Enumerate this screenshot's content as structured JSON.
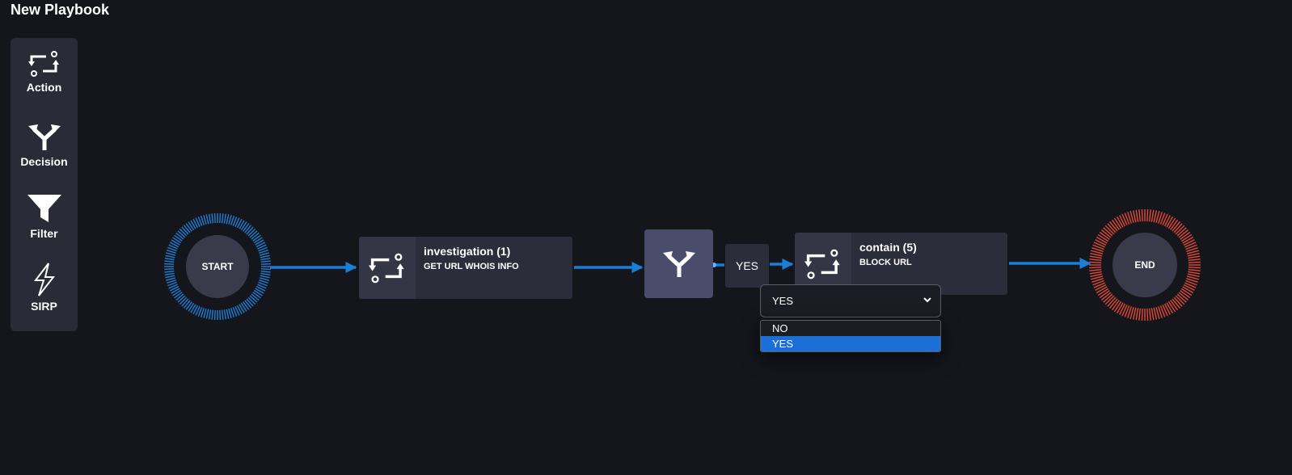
{
  "page": {
    "title": "New Playbook"
  },
  "palette": {
    "items": [
      {
        "label": "Action",
        "icon": "action-icon"
      },
      {
        "label": "Decision",
        "icon": "decision-icon"
      },
      {
        "label": "Filter",
        "icon": "filter-icon"
      },
      {
        "label": "SIRP",
        "icon": "sirp-icon"
      }
    ]
  },
  "flow": {
    "start_label": "START",
    "end_label": "END",
    "nodes": [
      {
        "title": "investigation (1)",
        "subtitle": "GET URL WHOIS INFO"
      },
      {
        "title": "contain (5)",
        "subtitle": "BLOCK URL"
      }
    ],
    "branch_label": "YES",
    "branch_select": {
      "value": "YES",
      "options": [
        "NO",
        "YES"
      ],
      "selected_index": 1
    }
  },
  "colors": {
    "background": "#15161c",
    "panel": "#2a2b36",
    "connector": "#1a7fd9",
    "start_ring": "#1f7fd6",
    "end_ring": "#e04a36",
    "decision": "#4a4c6b",
    "option_selected": "#1b6fd6"
  }
}
